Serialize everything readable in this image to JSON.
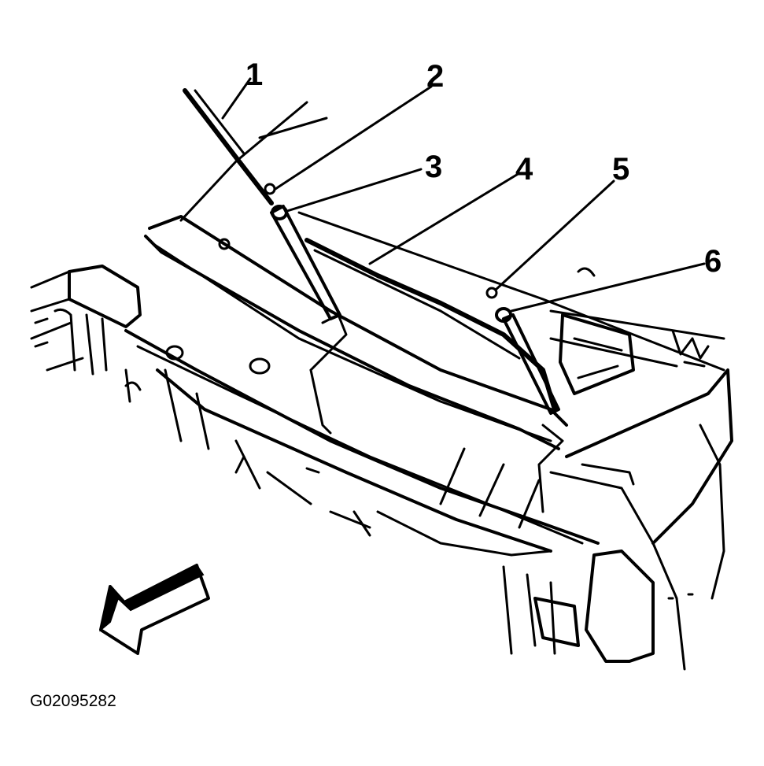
{
  "callouts": [
    {
      "id": "1",
      "label": "1"
    },
    {
      "id": "2",
      "label": "2"
    },
    {
      "id": "3",
      "label": "3"
    },
    {
      "id": "4",
      "label": "4"
    },
    {
      "id": "5",
      "label": "5"
    },
    {
      "id": "6",
      "label": "6"
    }
  ],
  "figure_id": "G02095282",
  "colors": {
    "ink": "#000000",
    "background": "#ffffff"
  },
  "icons": {
    "direction": "front-direction-arrow-icon"
  }
}
